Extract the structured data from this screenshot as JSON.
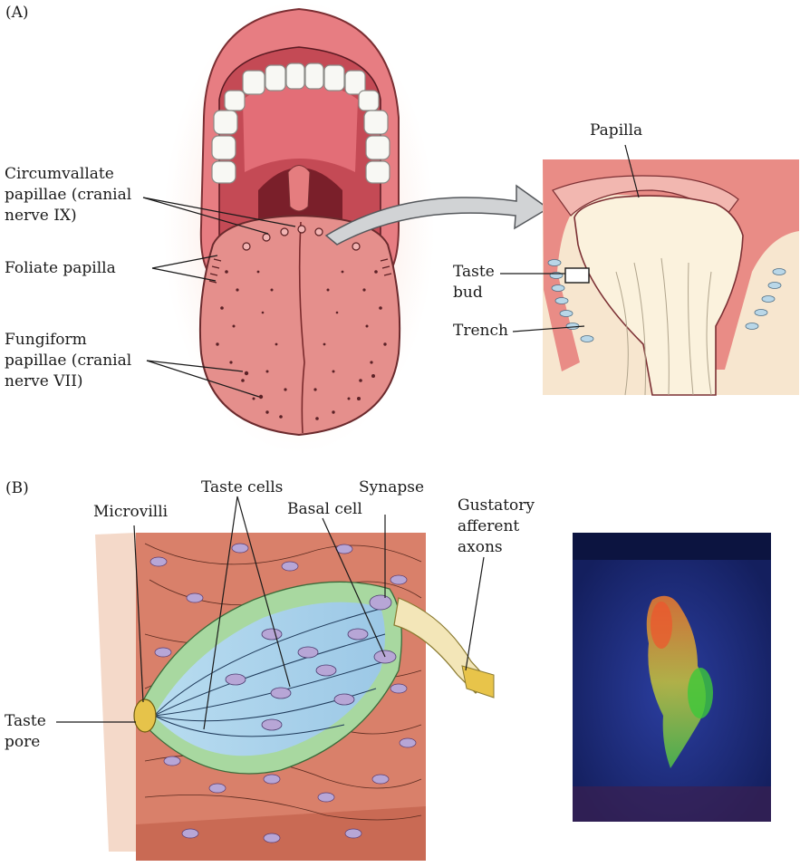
{
  "panel_a": {
    "letter": "(A)",
    "labels": {
      "circumvallate_1": "Circumvallate",
      "circumvallate_2": "papillae (cranial",
      "circumvallate_3": "nerve IX)",
      "foliate": "Foliate papilla",
      "fungiform_1": "Fungiform",
      "fungiform_2": "papillae (cranial",
      "fungiform_3": "nerve VII)",
      "papilla": "Papilla",
      "taste_bud_1": "Taste",
      "taste_bud_2": "bud",
      "trench": "Trench"
    }
  },
  "panel_b": {
    "letter": "(B)",
    "labels": {
      "taste_cells": "Taste cells",
      "synapse": "Synapse",
      "basal_cell": "Basal cell",
      "microvilli": "Microvilli",
      "gustatory_1": "Gustatory",
      "gustatory_2": "afferent",
      "gustatory_3": "axons",
      "taste_pore_1": "Taste",
      "taste_pore_2": "pore"
    }
  },
  "colors": {
    "tongue": "#e58f8c",
    "lips": "#e77d82",
    "mouth_dark": "#7a1f2a",
    "tissue": "#d9806a",
    "taste_bud_green": "#a8d8a0",
    "taste_bud_blue": "#a9d3ea",
    "nuclei": "#b7a6d6",
    "micrograph_bg": "#1b2a7a"
  }
}
